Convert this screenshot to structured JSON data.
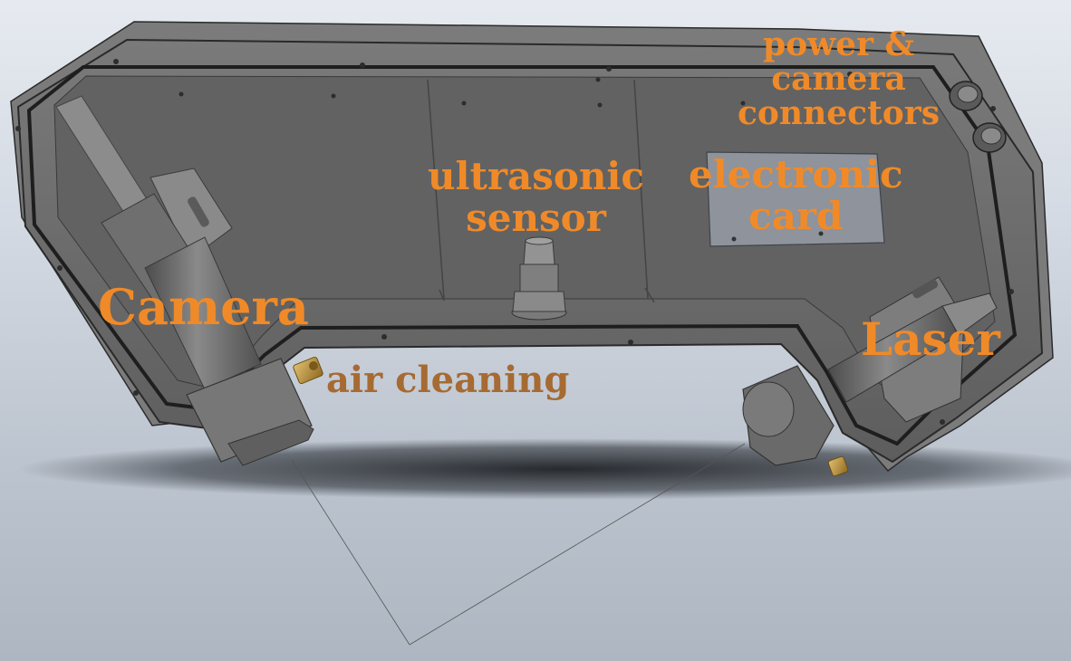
{
  "labels": {
    "camera": "Camera",
    "ultrasonic_line1": "ultrasonic",
    "ultrasonic_line2": "sensor",
    "electronic_line1": "electronic",
    "electronic_line2": "card",
    "connectors_line1": "power &",
    "connectors_line2": "camera",
    "connectors_line3": "connectors",
    "laser": "Laser",
    "air_cleaning": "air cleaning"
  },
  "colors": {
    "label_primary": "#f08a28",
    "label_secondary": "#a66a32",
    "housing_body": "#6c6c6c",
    "housing_panel": "#5f5f5f",
    "housing_rim": "#262626",
    "brass_fitting": "#c49a3a"
  }
}
